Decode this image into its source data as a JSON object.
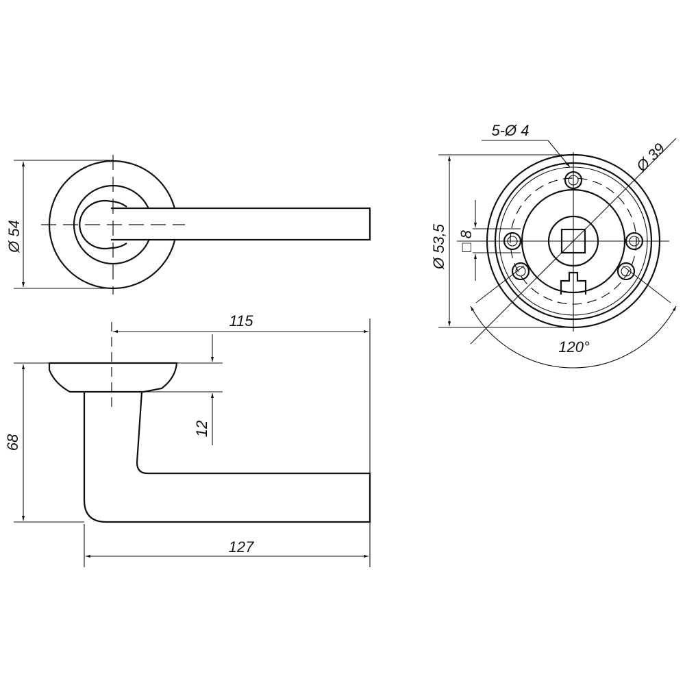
{
  "drawing": {
    "subject": "door lever handle on round rose",
    "views": {
      "front_view": {
        "rose_diameter_label": "Ø 54"
      },
      "side_view": {
        "projection_label": "115",
        "rose_height_label": "12",
        "total_height_label": "68",
        "total_length_label": "127"
      },
      "rose_back_view": {
        "holes_label": "5-Ø 4",
        "outer_diameter_label": "Ø 53,5",
        "bolt_circle_label": "Ø 39",
        "square_spindle_label": "□ 8",
        "angle_label": "120°"
      }
    },
    "colors": {
      "line": "#111111",
      "background": "#ffffff"
    }
  }
}
